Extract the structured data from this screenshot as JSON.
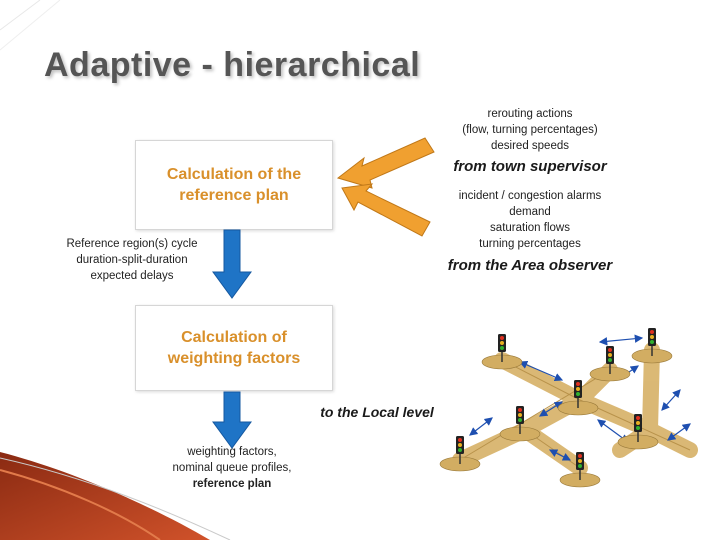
{
  "title": "Adaptive - hierarchical",
  "box_reference_plan": {
    "line1": "Calculation of the",
    "line2": "reference plan"
  },
  "box_weighting": {
    "line1": "Calculation of",
    "line2": "weighting factors"
  },
  "town_supervisor": {
    "inputs": [
      "rerouting actions",
      "(flow, turning percentages)",
      "desired speeds"
    ],
    "label": "from town supervisor"
  },
  "area_observer": {
    "inputs": [
      "incident / congestion alarms",
      "demand",
      "saturation flows",
      "turning percentages"
    ],
    "label": "from the Area observer"
  },
  "reference_outputs": [
    "Reference region(s) cycle",
    "duration-split-duration",
    "expected delays"
  ],
  "local_level_label": "to the Local level",
  "local_outputs": [
    "weighting factors,",
    "nominal queue profiles,",
    "reference plan"
  ],
  "colors": {
    "orange_arrow": "#f0a030",
    "blue_arrow": "#1f74c6",
    "box_text": "#d9902b",
    "road": "#d9b56e",
    "corner_accent": "#b03a1c"
  }
}
